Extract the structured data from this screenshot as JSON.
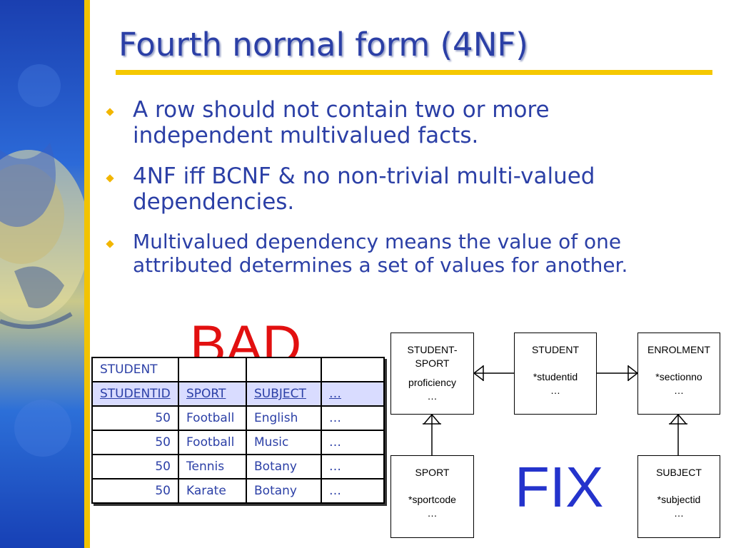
{
  "slide": {
    "title": "Fourth normal form (4NF)",
    "bullets": [
      "A row should not contain two or more independent multivalued facts.",
      "4NF iff BCNF & no non-trivial multi-valued dependencies.",
      "Multivalued dependency means the value of one attributed determines a set of values for another."
    ],
    "bad_label": "BAD",
    "fix_label": "FIX"
  },
  "table": {
    "caption": "STUDENT",
    "headers": [
      "STUDENTID",
      "SPORT",
      "SUBJECT",
      "…"
    ],
    "rows": [
      [
        "50",
        "Football",
        "English",
        "…"
      ],
      [
        "50",
        "Football",
        "Music",
        "…"
      ],
      [
        "50",
        "Tennis",
        "Botany",
        "…"
      ],
      [
        "50",
        "Karate",
        "Botany",
        "…"
      ]
    ]
  },
  "diagram": {
    "entities": {
      "student_sport": {
        "name_line1": "STUDENT-",
        "name_line2": "SPORT",
        "attr": "proficiency",
        "more": "…"
      },
      "student": {
        "name": "STUDENT",
        "attr": "*studentid",
        "more": "…"
      },
      "enrolment": {
        "name": "ENROLMENT",
        "attr": "*sectionno",
        "more": "…"
      },
      "sport": {
        "name": "SPORT",
        "attr": "*sportcode",
        "more": "…"
      },
      "subject": {
        "name": "SUBJECT",
        "attr": "*subjectid",
        "more": "…"
      }
    }
  },
  "colors": {
    "title": "#2b3fa6",
    "text": "#2b3fa6",
    "bullet": "#f2b600",
    "underline": "#f5c800",
    "bad": "#e21010",
    "fix": "#2433cc",
    "table_header_bg": "#d9dcff"
  }
}
